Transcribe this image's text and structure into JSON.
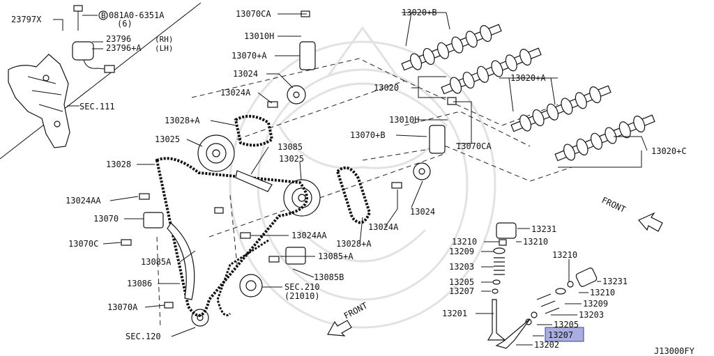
{
  "labels": {
    "p23797x": "23797X",
    "bolt_circle": "B",
    "bolt_code": "081A0-6351A",
    "bolt_qty": "(6)",
    "p23796": "23796",
    "p23796_rh": "(RH)",
    "p23796a": "23796+A",
    "p23796a_lh": "(LH)",
    "sec111": "SEC.111",
    "p13070ca_top": "13070CA",
    "p13010h_top": "13010H",
    "p13070a": "13070+A",
    "p13024_top": "13024",
    "p13024a_top": "13024A",
    "p13028a_top": "13028+A",
    "p13025_left": "13025",
    "p13028": "13028",
    "p13085": "13085",
    "p13025_mid": "13025",
    "p13024aa_left": "13024AA",
    "p13070": "13070",
    "p13070c": "13070C",
    "p13085a": "13085A",
    "p13086": "13086",
    "p13070a_low": "13070A",
    "sec120": "SEC.120",
    "p13024aa_mid": "13024AA",
    "p13085b_plus": "13085+A",
    "p13085b": "13085B",
    "sec210": "SEC.210",
    "sec210_sub": "(21010)",
    "p13020b": "13020+B",
    "p13020": "13020",
    "p13020a": "13020+A",
    "p13010h_mid": "13010H",
    "p13070b": "13070+B",
    "p13070ca_mid": "13070CA",
    "p13028a_mid": "13028+A",
    "p13024a_mid": "13024A",
    "p13024_mid": "13024",
    "p13020c": "13020+C",
    "front_right": "FRONT",
    "front_bottom": "FRONT",
    "v13231": "13231",
    "v13210a": "13210",
    "v13210b": "13210",
    "v13209": "13209",
    "v13203": "13203",
    "v13205": "13205",
    "v13207": "13207",
    "v13201": "13201",
    "r13210": "13210",
    "r13231": "13231",
    "r13210b": "13210",
    "r13209": "13209",
    "r13203": "13203",
    "r13205": "13205",
    "r13207_hl": "13207",
    "r13202": "13202",
    "footer_code": "J13000FY"
  },
  "colors": {
    "ink": "#111111",
    "highlight_fill": "#a9addf",
    "highlight_stroke": "#3b3f9a",
    "watermark": "#e2e2e2"
  }
}
